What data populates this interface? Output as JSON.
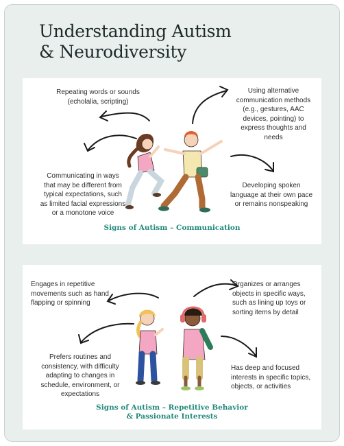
{
  "title": {
    "line1": "Understanding Autism",
    "line2": "& Neurodiversity"
  },
  "communication": {
    "caption": "Signs of Autism – Communication",
    "notes": {
      "echolalia": [
        "Repeating words or sounds",
        "(echolalia, scripting)"
      ],
      "alternative": [
        "Using alternative",
        "communication methods",
        "(e.g., gestures, AAC",
        "devices, pointing) to",
        "express thoughts and",
        "needs"
      ],
      "different": [
        "Communicating in ways",
        "that may be different from",
        "typical expectations, such",
        "as limited facial expressions",
        "or a monotone voice"
      ],
      "spoken": [
        "Developing spoken",
        "language at their own pace",
        "or remains nonspeaking"
      ]
    }
  },
  "repetitive": {
    "caption": [
      "Signs of Autism – Repetitive Behavior",
      "& Passionate Interests"
    ],
    "notes": {
      "movements": [
        "Engages in repetitive",
        "movements such as hand",
        "flapping or spinning"
      ],
      "organizes": [
        "Organizes or arranges",
        "objects in specific ways,",
        "such as lining up toys or",
        "sorting items by detail"
      ],
      "routines": [
        "Prefers routines and",
        "consistency, with difficulty",
        "adapting to changes in",
        "schedule, environment, or",
        "expectations"
      ],
      "interests": [
        "Has deep and focused",
        "interests in specific topics,",
        "objects, or activities"
      ]
    }
  }
}
